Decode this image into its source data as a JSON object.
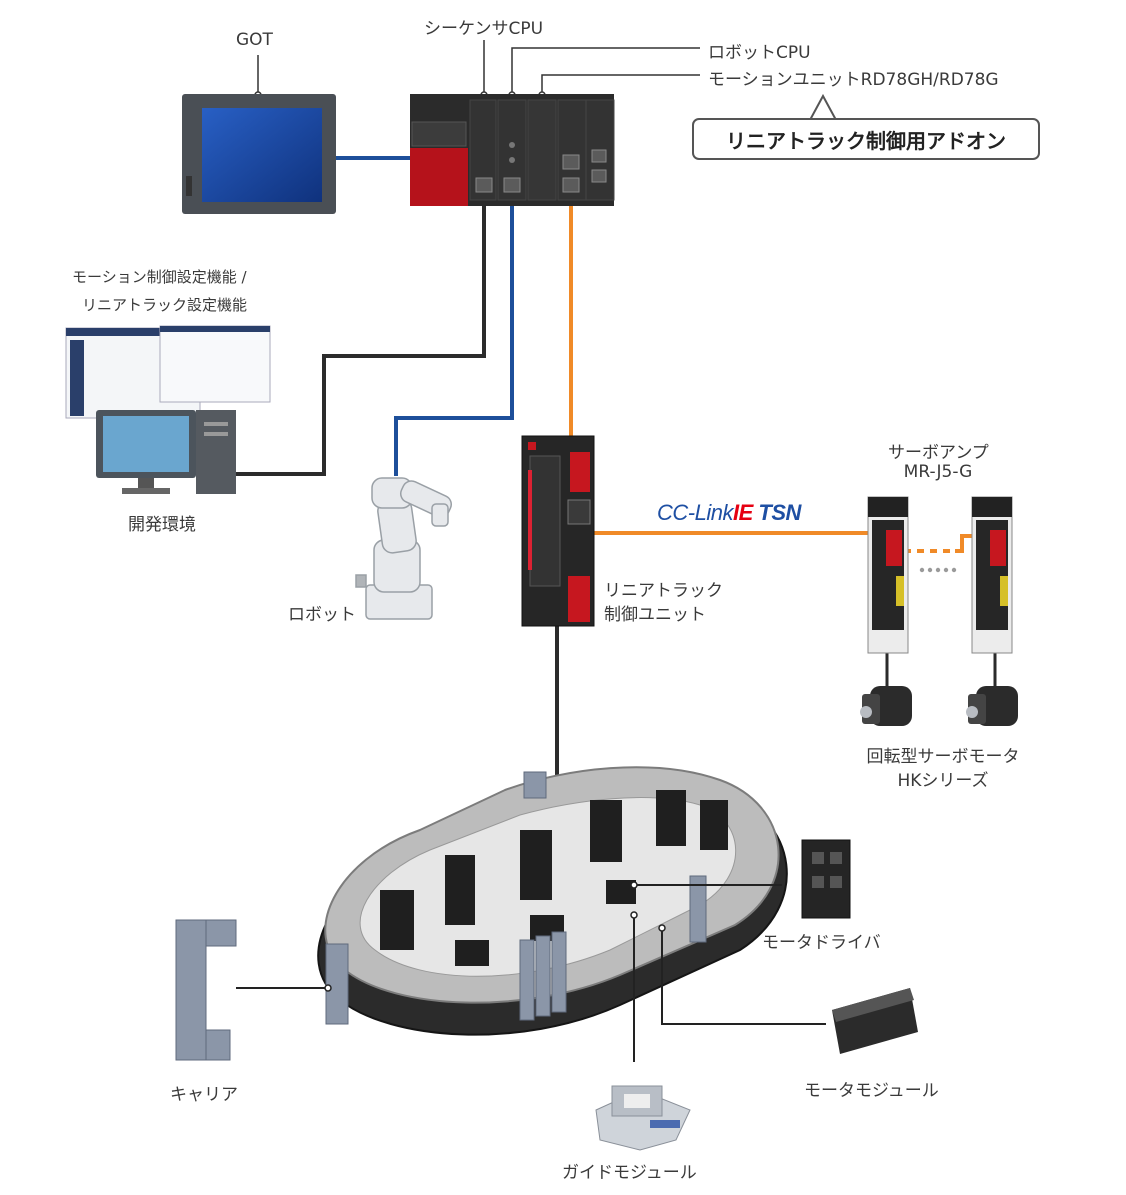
{
  "labels": {
    "got": "GOT",
    "sequencer_cpu": "シーケンサCPU",
    "robot_cpu": "ロボットCPU",
    "motion_unit": "モーションユニットRD78GH/RD78G",
    "addon": "リニアトラック制御用アドオン",
    "motion_settings_line1": "モーション制御設定機能 /",
    "motion_settings_line2": "リニアトラック設定機能",
    "dev_env": "開発環境",
    "robot": "ロボット",
    "linear_unit_line1": "リニアトラック",
    "linear_unit_line2": "制御ユニット",
    "servo_amp_line1": "サーボアンプ",
    "servo_amp_line2": "MR-J5-G",
    "servo_motor_line1": "回転型サーボモータ",
    "servo_motor_line2": "HKシリーズ",
    "motor_driver": "モータドライバ",
    "carrier": "キャリア",
    "motor_module": "モータモジュール",
    "guide_module": "ガイドモジュール",
    "network_cc": "CC-Link",
    "network_ie": "IE",
    "network_tsn": " TSN"
  },
  "colors": {
    "ethernet_black": "#2b2b2b",
    "ethernet_blue": "#1d4f9a",
    "cc_link_orange": "#f08a28",
    "device_dark": "#2a2a2a",
    "got_screen": "#1b4aa8",
    "cpu_red": "#b5121b",
    "track_body": "#2b2b2b",
    "panel_bg": "#dfe8f0"
  }
}
